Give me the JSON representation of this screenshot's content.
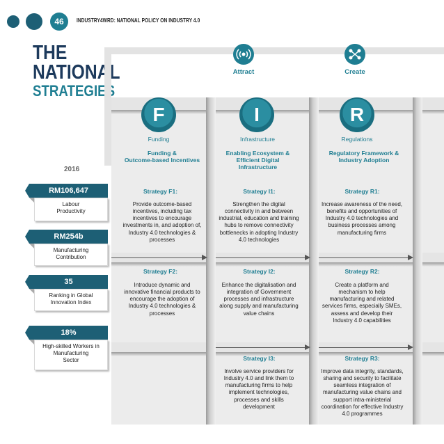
{
  "header": {
    "page_number": "46",
    "running_head": "INDUSTRY4WRD: NATIONAL POLICY ON INDUSTRY 4.0",
    "colors": {
      "dark_dot": "#1d5f75",
      "teal": "#1f7e92",
      "navy": "#1d3a5c"
    }
  },
  "title": {
    "line1": "THE",
    "line2": "NATIONAL",
    "line3": "STRATEGIES"
  },
  "top_icons": [
    {
      "label": "Attract",
      "icon": "antenna-signal-icon"
    },
    {
      "label": "Create",
      "icon": "connected-nodes-icon"
    }
  ],
  "columns": [
    {
      "letter": "F",
      "label": "Funding",
      "heading": "Funding &\nOutcome-based Incentives"
    },
    {
      "letter": "I",
      "label": "Infrastructure",
      "heading": "Enabling Ecosystem &\nEfficient Digital\nInfrastructure"
    },
    {
      "letter": "R",
      "label": "Regulations",
      "heading": "Regulatory Framework &\nIndustry Adoption"
    }
  ],
  "strategies": {
    "f1": {
      "title": "Strategy F1:",
      "body": "Provide outcome-based incentives, including tax incentives to encourage investments in, and adoption of, Industry 4.0 technologies & processes"
    },
    "i1": {
      "title": "Strategy I1:",
      "body": "Strengthen the digital connectivity in and between industrial, education and training hubs to remove connectivity bottlenecks in adopting Industry 4.0 technologies"
    },
    "r1": {
      "title": "Strategy R1:",
      "body": "Increase awareness of the need, benefits and opportunities of Industry 4.0 technologies and business processes among manufacturing firms"
    },
    "f2": {
      "title": "Strategy F2:",
      "body": "Introduce dynamic and innovative financial products to encourage the adoption of Industry 4.0 technologies & processes"
    },
    "i2": {
      "title": "Strategy I2:",
      "body": "Enhance the digitalisation and integration of Government processes and infrastructure along supply and manufacturing value chains"
    },
    "r2": {
      "title": "Strategy R2:",
      "body": "Create a platform and mechanism to help manufacturing and related services firms, especially SMEs, assess and develop their Industry 4.0 capabilities"
    },
    "i3": {
      "title": "Strategy I3:",
      "body": "Involve service providers for Industry 4.0 and link them to manufacturing firms to help implement technologies, processes and skills development"
    },
    "r3": {
      "title": "Strategy R3:",
      "body": "Improve data integrity, standards, sharing and security to facilitate seamless integration of manufacturing value chains and support intra-ministerial coordination for effective Industry 4.0 programmes"
    }
  },
  "indicators": {
    "year": "2016",
    "items": [
      {
        "value": "RM106,647",
        "label": "Labour\nProductivity"
      },
      {
        "value": "RM254b",
        "label": "Manufacturing\nContribution"
      },
      {
        "value": "35",
        "label": "Ranking in Global\nInnovation Index"
      },
      {
        "value": "18%",
        "label": "High-skilled Workers in\nManufacturing\nSector"
      }
    ]
  }
}
